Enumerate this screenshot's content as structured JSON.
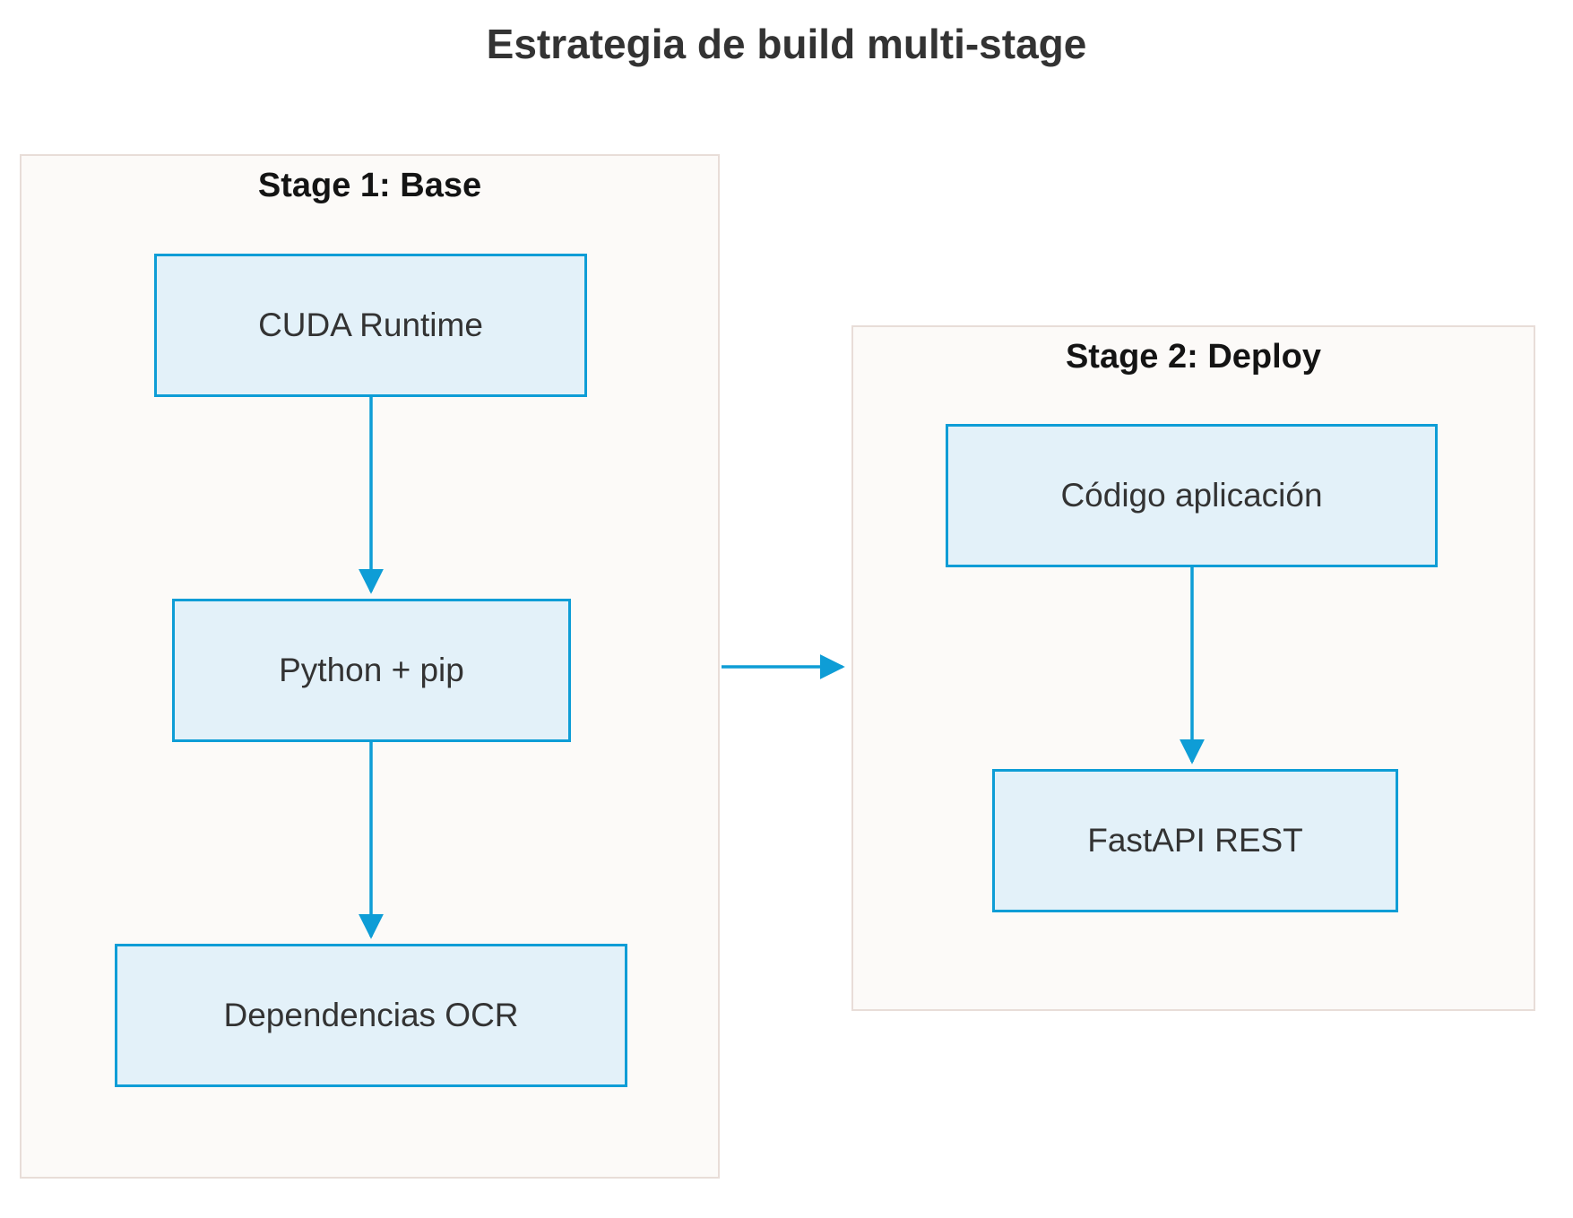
{
  "title": "Estrategia de build multi-stage",
  "colors": {
    "node_fill": "#e3f1f9",
    "node_border": "#0e9dd6",
    "edge": "#0e9dd6",
    "cluster_fill": "#fcfaf8",
    "cluster_border": "#e8ddd8",
    "node_text": "#333333",
    "cluster_label_text": "#141414",
    "title_text": "#333333",
    "page_background": "#ffffff"
  },
  "clusters": [
    {
      "id": "stage1",
      "label": "Stage 1: Base",
      "nodes": [
        {
          "id": "cuda",
          "label": "CUDA Runtime"
        },
        {
          "id": "python",
          "label": "Python + pip"
        },
        {
          "id": "ocr",
          "label": "Dependencias OCR"
        }
      ]
    },
    {
      "id": "stage2",
      "label": "Stage 2: Deploy",
      "nodes": [
        {
          "id": "codigo",
          "label": "Código aplicación"
        },
        {
          "id": "fastapi",
          "label": "FastAPI REST"
        }
      ]
    }
  ],
  "edges": [
    {
      "from": "CUDA Runtime",
      "to": "Python + pip"
    },
    {
      "from": "Python + pip",
      "to": "Dependencias OCR"
    },
    {
      "from": "Código aplicación",
      "to": "FastAPI REST"
    },
    {
      "from": "Stage 1: Base",
      "to": "Stage 2: Deploy"
    }
  ]
}
